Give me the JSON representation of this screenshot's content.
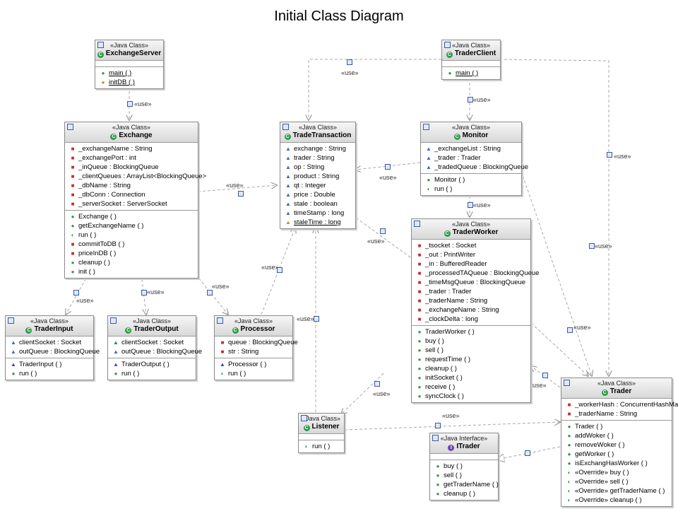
{
  "title": "Initial Class Diagram",
  "stereo_class": "«Java Class»",
  "stereo_interface": "«Java Interface»",
  "use_label": "«use»",
  "classes": {
    "exchange_server": {
      "name": "ExchangeServer",
      "attributes": [],
      "operations": [
        "main ( )",
        "initDB ( )"
      ]
    },
    "trader_client": {
      "name": "TraderClient",
      "attributes": [],
      "operations": [
        "main ( )"
      ]
    },
    "exchange": {
      "name": "Exchange",
      "attributes": [
        "_exchangeName : String",
        "_exchangePort : int",
        "_inQueue : BlockingQueue",
        "_clientQueues : ArrayList<BlockingQueue>",
        "_dbName : String",
        "_dbConn : Connection",
        "_serverSocket : ServerSocket"
      ],
      "operations": [
        "Exchange ( )",
        "getExchangeName ( )",
        "run ( )",
        "commitToDB ( )",
        "priceInDB ( )",
        "cleanup ( )",
        "init ( )"
      ]
    },
    "trade_transaction": {
      "name": "TradeTransaction",
      "attributes": [
        "exchange : String",
        "trader : String",
        "op : String",
        "product : String",
        "qt : Integer",
        "price : Double",
        "stale : boolean",
        "timeStamp : long",
        "staleTime : long"
      ],
      "operations": []
    },
    "monitor": {
      "name": "Monitor",
      "attributes": [
        "_exchangeList : String",
        "_trader : Trader",
        "_tradedQueue : BlockingQueue"
      ],
      "operations": [
        "Monitor ( )",
        "run ( )"
      ]
    },
    "trader_worker": {
      "name": "TraderWorker",
      "attributes": [
        "_tsocket : Socket",
        "_out : PrintWriter",
        "_in : BufferedReader",
        "_processedTAQueue : BlockingQueue",
        "_timeMsgQueue : BlockingQueue",
        "_trader : Trader",
        "_traderName : String",
        "_exchangeName : String",
        "_clockDelta : long"
      ],
      "operations": [
        "TraderWorker ( )",
        "buy ( )",
        "sell ( )",
        "requestTime ( )",
        "cleanup ( )",
        "initSocket ( )",
        "receive ( )",
        "syncClock ( )"
      ]
    },
    "trader_input": {
      "name": "TraderInput",
      "attributes": [
        "clientSocket : Socket",
        "outQueue : BlockingQueue"
      ],
      "operations": [
        "TraderInput ( )",
        "run ( )"
      ]
    },
    "trader_output": {
      "name": "TraderOutput",
      "attributes": [
        "clientSocket : Socket",
        "outQueue : BlockingQueue"
      ],
      "operations": [
        "TraderOutput ( )",
        "run ( )"
      ]
    },
    "processor": {
      "name": "Processor",
      "attributes": [
        "queue : BlockingQueue",
        "str : String"
      ],
      "operations": [
        "Processor ( )",
        "run ( )"
      ]
    },
    "listener": {
      "name": "Listener",
      "attributes": [],
      "operations": [
        "run ( )"
      ]
    },
    "itrader": {
      "name": "ITrader",
      "attributes": [],
      "operations": [
        "buy ( )",
        "sell ( )",
        "getTraderName ( )",
        "cleanup ( )"
      ]
    },
    "trader": {
      "name": "Trader",
      "attributes": [
        "_workerHash : ConcurrentHashMap",
        "_traderName : String"
      ],
      "operations": [
        "Trader ( )",
        "addWoker ( )",
        "removeWoker ( )",
        "getWorker ( )",
        "isExchangHasWorker ( )",
        "«Override» buy ( )",
        "«Override» sell ( )",
        "«Override» getTraderName ( )",
        "«Override» cleanup ( )"
      ]
    }
  }
}
